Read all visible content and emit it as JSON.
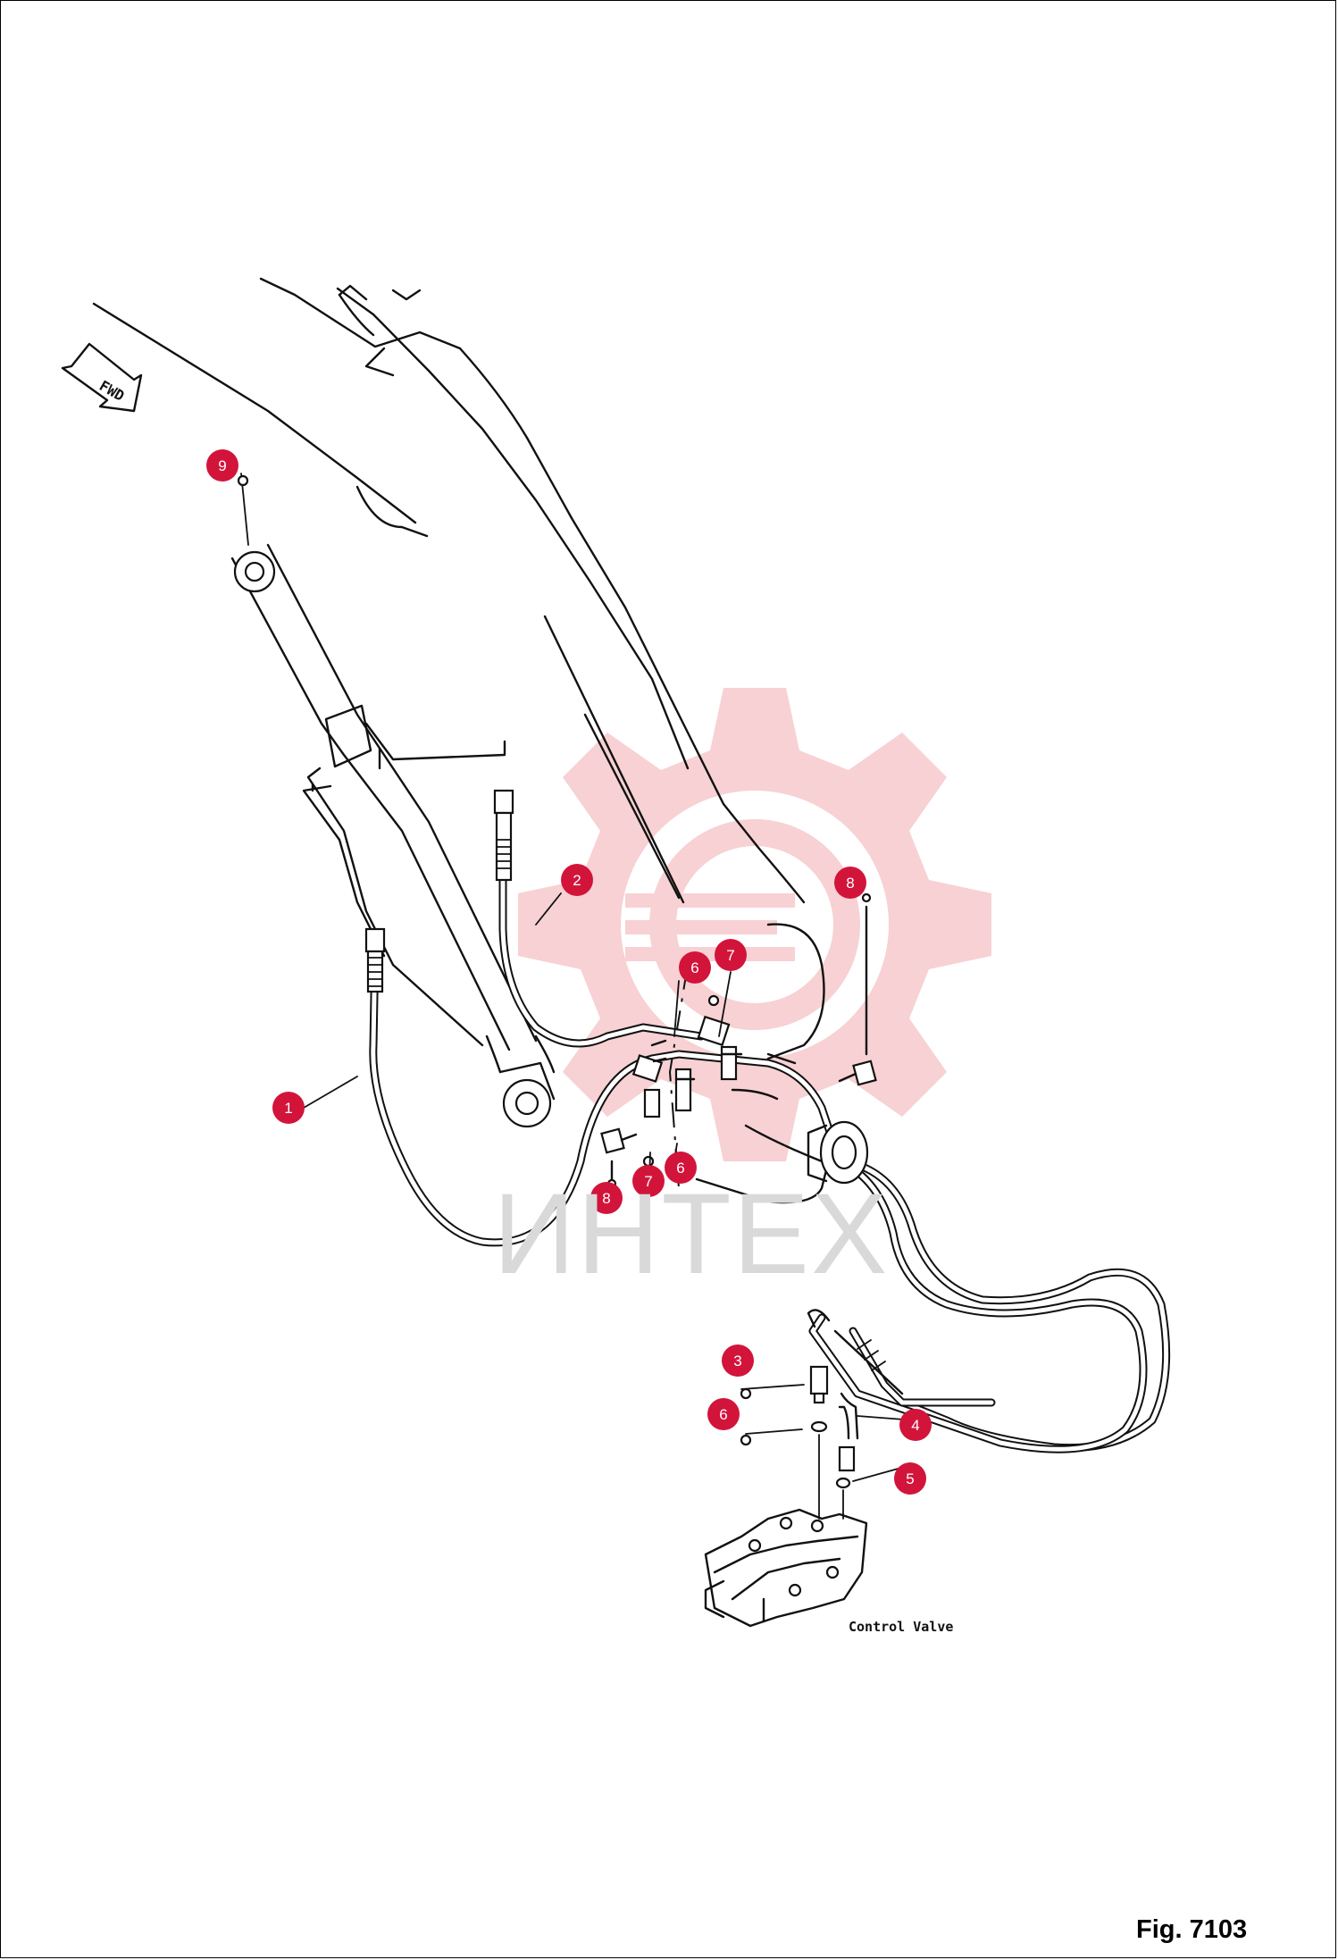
{
  "figure_label": "Fig. 7103",
  "control_valve_label": "Control Valve",
  "direction_arrow_label": "FWD",
  "watermark_text": "ИНТЕХ",
  "callouts": [
    {
      "id": "callout-1",
      "number": "1"
    },
    {
      "id": "callout-2",
      "number": "2"
    },
    {
      "id": "callout-3",
      "number": "3"
    },
    {
      "id": "callout-4",
      "number": "4"
    },
    {
      "id": "callout-5",
      "number": "5"
    },
    {
      "id": "callout-6a",
      "number": "6"
    },
    {
      "id": "callout-6b",
      "number": "6"
    },
    {
      "id": "callout-6c",
      "number": "6"
    },
    {
      "id": "callout-7a",
      "number": "7"
    },
    {
      "id": "callout-7b",
      "number": "7"
    },
    {
      "id": "callout-8a",
      "number": "8"
    },
    {
      "id": "callout-8b",
      "number": "8"
    },
    {
      "id": "callout-9",
      "number": "9"
    }
  ],
  "colors": {
    "callout_fill": "#d2143a",
    "watermark_gear": "#f6c9cc",
    "watermark_text": "#d9d9d9",
    "line": "#111111"
  }
}
